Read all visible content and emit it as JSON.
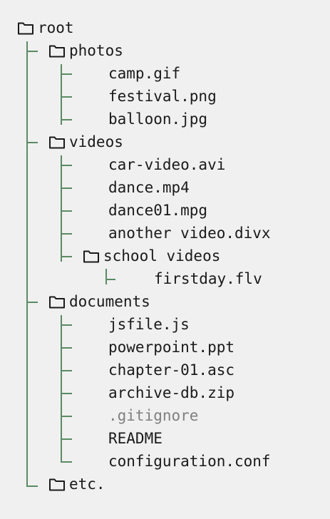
{
  "tree": {
    "root": "root",
    "photos": {
      "label": "photos",
      "files": [
        "camp.gif",
        "festival.png",
        "balloon.jpg"
      ]
    },
    "videos": {
      "label": "videos",
      "files": [
        "car-video.avi",
        "dance.mp4",
        "dance01.mpg",
        "another video.divx"
      ],
      "school": {
        "label": "school videos",
        "files": [
          "firstday.flv"
        ]
      }
    },
    "documents": {
      "label": "documents",
      "files": [
        "jsfile.js",
        "powerpoint.ppt",
        "chapter-01.asc",
        "archive-db.zip",
        ".gitignore",
        "README",
        "configuration.conf"
      ]
    },
    "etc": "etc."
  },
  "colors": {
    "tree_line": "#5b8a63",
    "text": "#1a1a1a",
    "muted_text": "#808080",
    "background": "#f0f0f0"
  },
  "icons": {
    "folder": "folder-icon"
  }
}
